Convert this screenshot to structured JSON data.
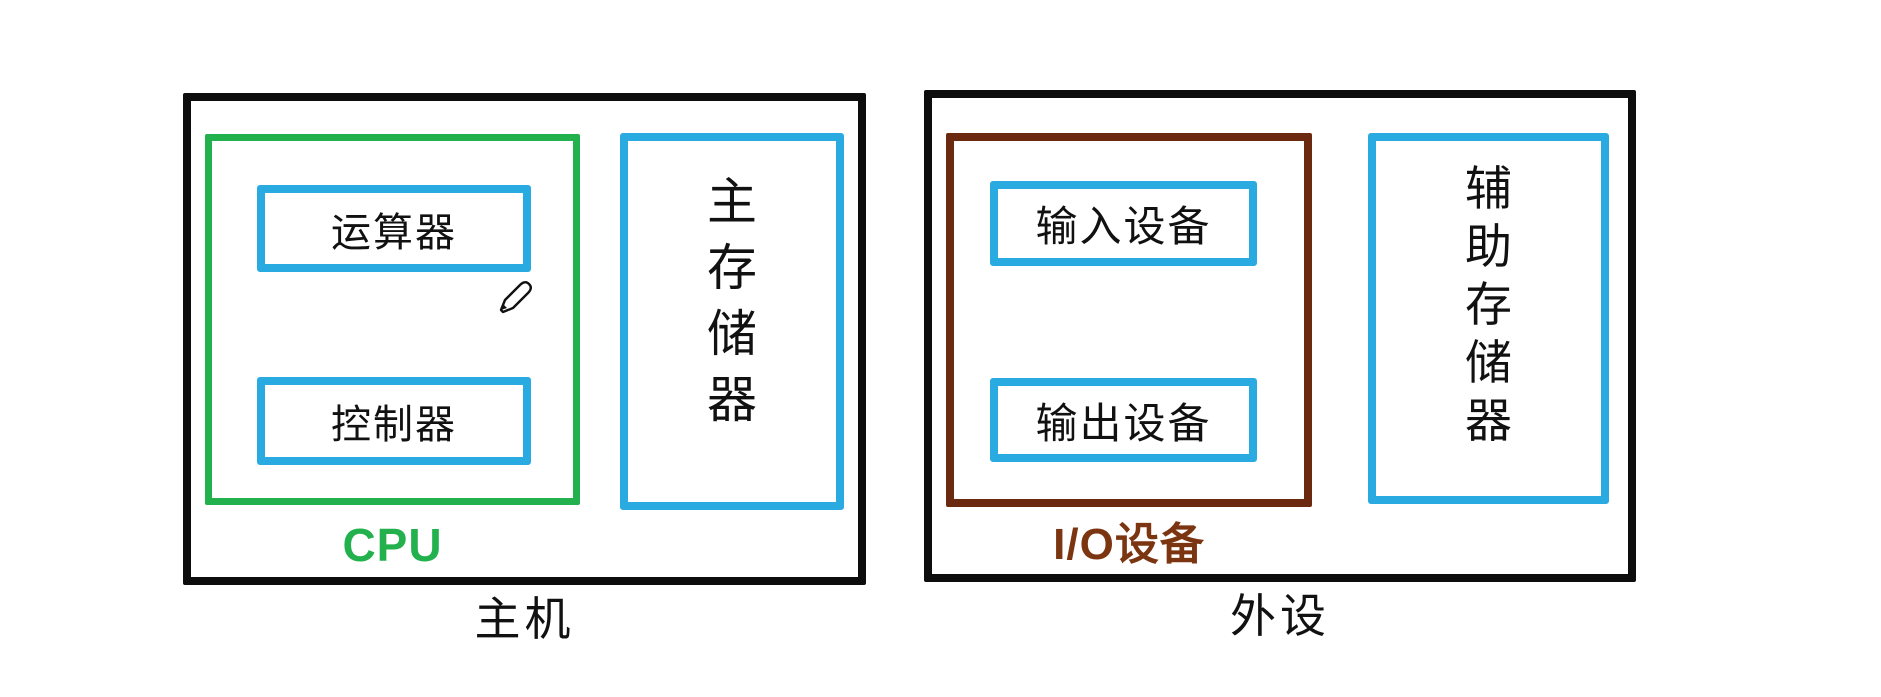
{
  "diagram": {
    "title_context": "computer-architecture-diagram",
    "host": {
      "label": "主机",
      "cpu": {
        "label": "CPU",
        "units": [
          {
            "label": "运算器"
          },
          {
            "label": "控制器"
          }
        ]
      },
      "main_memory": {
        "label": "主存储器"
      }
    },
    "peripherals": {
      "label": "外设",
      "io": {
        "label": "I/O设备",
        "devices": [
          {
            "label": "输入设备"
          },
          {
            "label": "输出设备"
          }
        ]
      },
      "aux_memory": {
        "label": "辅助存储器"
      }
    },
    "icons": {
      "pencil": "pencil-annotation-icon"
    },
    "colors": {
      "outline_black": "#0d0d0d",
      "box_cyan": "#29abe2",
      "cpu_green": "#23b14d",
      "io_brown": "#6b2a10",
      "io_label_brown": "#7c3511"
    }
  }
}
